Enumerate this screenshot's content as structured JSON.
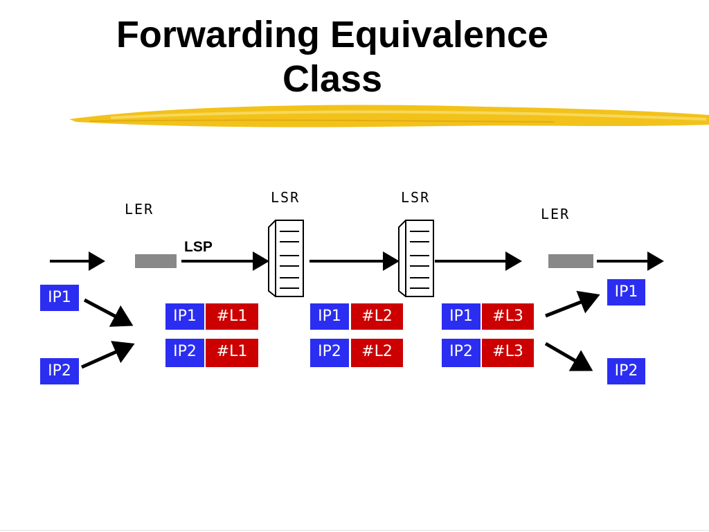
{
  "slide": {
    "title_line1": "Forwarding Equivalence",
    "title_line2": "Class"
  },
  "colors": {
    "ip_box": "#2b2ef0",
    "label_box": "#cc0000",
    "underline": "#f2c21a",
    "ler_node": "#888888"
  },
  "diagram": {
    "ler_left_label": "LER",
    "lsr1_label": "LSR",
    "lsr2_label": "LSR",
    "ler_right_label": "LER",
    "lsp_label": "LSP",
    "input_packets": [
      "IP1",
      "IP2"
    ],
    "output_packets": [
      "IP1",
      "IP2"
    ],
    "tables": [
      {
        "rows": [
          {
            "ip": "IP1",
            "label": "#L1"
          },
          {
            "ip": "IP2",
            "label": "#L1"
          }
        ]
      },
      {
        "rows": [
          {
            "ip": "IP1",
            "label": "#L2"
          },
          {
            "ip": "IP2",
            "label": "#L2"
          }
        ]
      },
      {
        "rows": [
          {
            "ip": "IP1",
            "label": "#L3"
          },
          {
            "ip": "IP2",
            "label": "#L3"
          }
        ]
      }
    ]
  }
}
